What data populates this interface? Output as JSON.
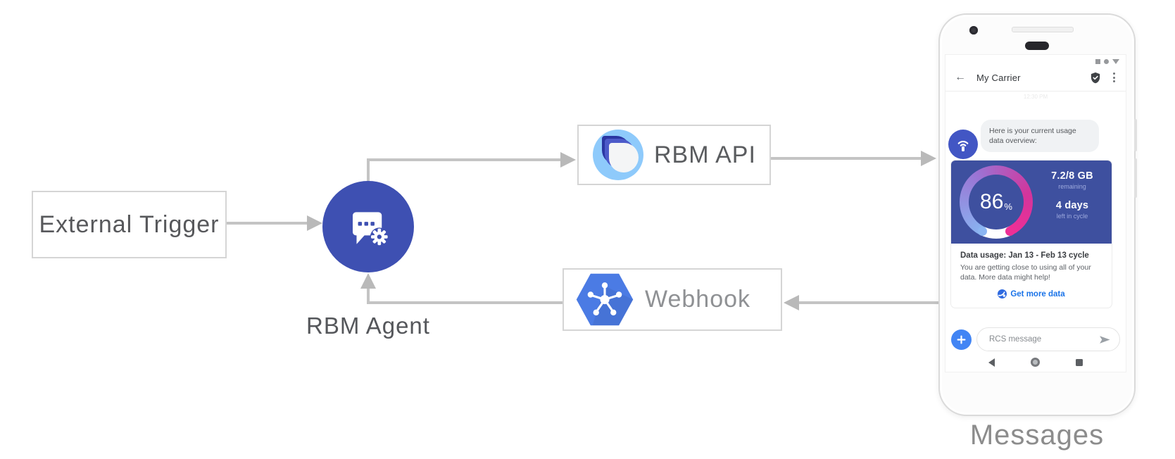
{
  "diagram": {
    "nodes": {
      "external_trigger": "External Trigger",
      "rbm_agent": "RBM Agent",
      "rbm_api": "RBM API",
      "webhook": "Webhook"
    },
    "caption": "Messages"
  },
  "phone": {
    "header": {
      "title": "My Carrier"
    },
    "timestamp": "12:30 PM",
    "message_bubble": "Here is your current usage data overview:",
    "usage_card": {
      "percent_value": "86",
      "percent_unit": "%",
      "remaining_value": "7.2/8 GB",
      "remaining_label": "remaining",
      "days_value": "4 days",
      "days_label": "left in cycle",
      "title": "Data usage: Jan 13 - Feb 13 cycle",
      "body": "You are getting close to using all of your data. More data might help!",
      "cta_label": "Get more data"
    },
    "composer": {
      "placeholder": "RCS message"
    }
  },
  "icons": {
    "back": "arrow-left-icon",
    "verified": "shield-check-icon",
    "menu": "vertical-dots-icon",
    "status": [
      "square-icon",
      "circle-icon",
      "triangle-icon"
    ],
    "avatar": "hotspot-icon",
    "agent": "chat-bubble-gear-icon",
    "api_logo": "rbm-teardrops-icon",
    "webhook_logo": "hexagon-hub-icon",
    "cta": "globe-icon",
    "compose_add": "plus-icon",
    "send": "send-arrow-icon",
    "nav": [
      "back-triangle-icon",
      "home-circle-icon",
      "recents-square-icon"
    ]
  },
  "colors": {
    "agent_circle": "#3e50b2",
    "card_blue": "#3e509f",
    "gauge_gradient": [
      "#88b4f1",
      "#9b74d4",
      "#ee2f96"
    ],
    "gauge_track": "#ffffff",
    "hexagon_blue": "#4b7be4",
    "logo_light_blue": "#8ecafb",
    "link_blue": "#1a73e8",
    "plus_blue": "#4285f4",
    "arrow_gray": "#c4c4c4"
  }
}
